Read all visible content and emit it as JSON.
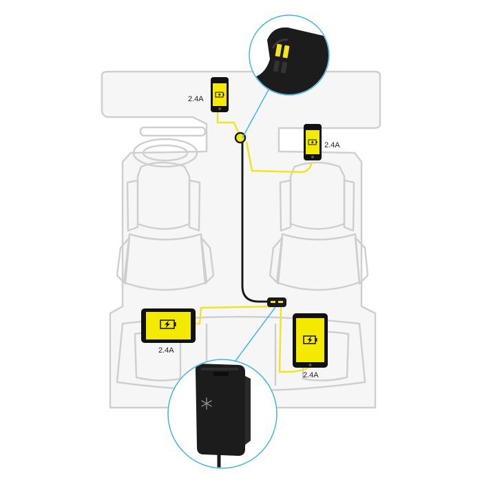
{
  "labels": {
    "front_phone": "2.4A",
    "passenger_phone": "2.4A",
    "rear_tablet_landscape": "2.4A",
    "rear_tablet_portrait": "2.4A"
  },
  "colors": {
    "car_outline": "#cfcfcf",
    "car_fill": "#f6f6f6",
    "cable_yellow": "#f3e421",
    "cable_black": "#1a1a1a",
    "device_body": "#111111",
    "screen_yellow": "#f4e900",
    "callout_line": "#3fb6e6",
    "charger_body": "#1c1c1c"
  },
  "icons": {
    "battery": "battery-charging-icon",
    "charger_logo": "snowflake-logo-icon"
  }
}
